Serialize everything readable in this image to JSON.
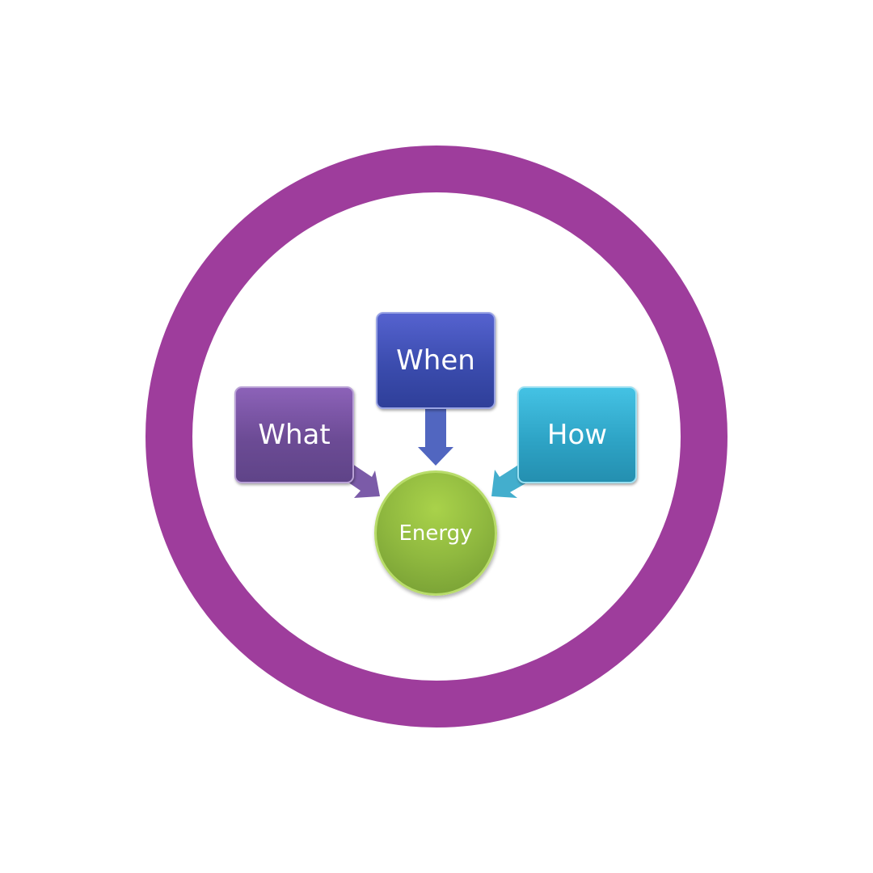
{
  "diagram": {
    "nodes": {
      "what": "What",
      "when": "When",
      "how": "How",
      "center": "Energy"
    },
    "colors": {
      "ring": "#9e3d9c",
      "what": "#7a56a6",
      "when": "#3f50b5",
      "how": "#33b2d6",
      "center": "#8fb83f",
      "arrow_what": "#7b5ba8",
      "arrow_when": "#5166c0",
      "arrow_how": "#43aecd"
    }
  }
}
